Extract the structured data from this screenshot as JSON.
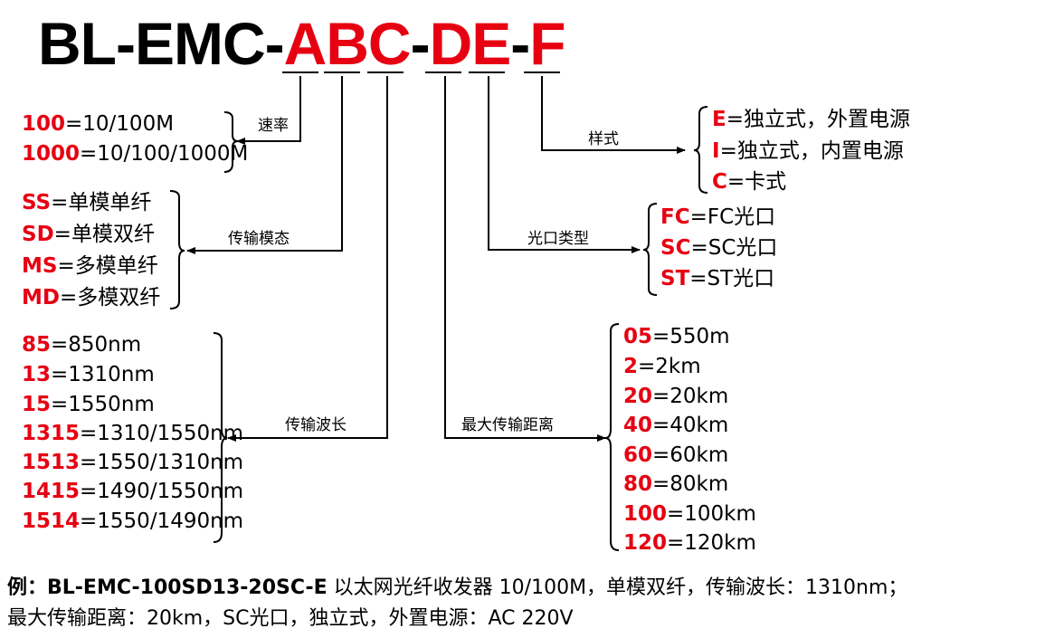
{
  "colors": {
    "accent": "#e60012",
    "text": "#000000",
    "background": "#ffffff"
  },
  "title": {
    "segments": [
      {
        "text": "BL-EMC-",
        "color": "black"
      },
      {
        "text": "ABC",
        "color": "red"
      },
      {
        "text": "-",
        "color": "black"
      },
      {
        "text": "DE",
        "color": "red"
      },
      {
        "text": "-",
        "color": "black"
      },
      {
        "text": "F",
        "color": "red"
      }
    ]
  },
  "groups": {
    "speed": {
      "label": "速率",
      "options": [
        {
          "code": "100",
          "desc": "=10/100M"
        },
        {
          "code": "1000",
          "desc": "=10/100/1000M"
        }
      ]
    },
    "mode": {
      "label": "传输模态",
      "options": [
        {
          "code": "SS",
          "desc": "=单模单纤"
        },
        {
          "code": "SD",
          "desc": "=单模双纤"
        },
        {
          "code": "MS",
          "desc": "=多模单纤"
        },
        {
          "code": "MD",
          "desc": "=多模双纤"
        }
      ]
    },
    "wavelength": {
      "label": "传输波长",
      "options": [
        {
          "code": "85",
          "desc": "=850nm"
        },
        {
          "code": "13",
          "desc": "=1310nm"
        },
        {
          "code": "15",
          "desc": "=1550nm"
        },
        {
          "code": "1315",
          "desc": "=1310/1550nm"
        },
        {
          "code": "1513",
          "desc": "=1550/1310nm"
        },
        {
          "code": "1415",
          "desc": "=1490/1550nm"
        },
        {
          "code": "1514",
          "desc": "=1550/1490nm"
        }
      ]
    },
    "style": {
      "label": "样式",
      "options": [
        {
          "code": "E",
          "desc": "=独立式，外置电源"
        },
        {
          "code": "I",
          "desc": "=独立式，内置电源"
        },
        {
          "code": "C",
          "desc": "=卡式"
        }
      ]
    },
    "port": {
      "label": "光口类型",
      "options": [
        {
          "code": "FC",
          "desc": "=FC光口"
        },
        {
          "code": "SC",
          "desc": "=SC光口"
        },
        {
          "code": "ST",
          "desc": "=ST光口"
        }
      ]
    },
    "distance": {
      "label": "最大传输距离",
      "options": [
        {
          "code": "05",
          "desc": "=550m"
        },
        {
          "code": "2",
          "desc": "=2km"
        },
        {
          "code": "20",
          "desc": "=20km"
        },
        {
          "code": "40",
          "desc": "=40km"
        },
        {
          "code": "60",
          "desc": "=60km"
        },
        {
          "code": "80",
          "desc": "=80km"
        },
        {
          "code": "100",
          "desc": "=100km"
        },
        {
          "code": "120",
          "desc": "=120km"
        }
      ]
    }
  },
  "example": {
    "prefix": "例：",
    "model": "BL-EMC-100SD13-20SC-E",
    "line1_rest": "  以太网光纤收发器  10/100M，单模双纤，传输波长：1310nm；",
    "line2": "最大传输距离：20km，SC光口，独立式，外置电源：AC 220V"
  }
}
